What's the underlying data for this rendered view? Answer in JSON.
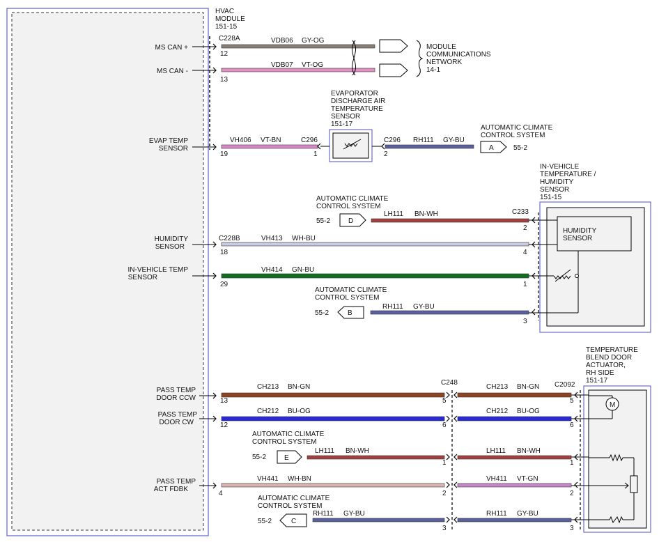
{
  "module": {
    "title": [
      "HVAC",
      "MODULE",
      "151-15"
    ]
  },
  "pins": {
    "ms_can_plus": "MS CAN +",
    "ms_can_minus": "MS CAN -",
    "evap_temp": [
      "EVAP TEMP",
      "SENSOR"
    ],
    "humidity": [
      "HUMIDITY",
      "SENSOR"
    ],
    "in_vehicle": [
      "IN-VEHICLE TEMP",
      "SENSOR"
    ],
    "pass_ccw": [
      "PASS TEMP",
      "DOOR CCW"
    ],
    "pass_cw": [
      "PASS TEMP",
      "DOOR CW"
    ],
    "pass_fdbk": [
      "PASS TEMP",
      "ACT FDBK"
    ]
  },
  "connectors": {
    "c228a": "C228A",
    "c228b": "C228B",
    "c296": "C296",
    "c233": "C233",
    "c248": "C248",
    "c2092": "C2092"
  },
  "pin_numbers": {
    "p12": "12",
    "p13": "13",
    "p19": "19",
    "p18": "18",
    "p29": "29",
    "p1": "1",
    "p2": "2",
    "p3": "3",
    "p4": "4",
    "p5": "5",
    "p6": "6"
  },
  "circuits": {
    "vdb06": "VDB06",
    "gy_og": "GY-OG",
    "vdb07": "VDB07",
    "vt_og": "VT-OG",
    "vh406": "VH406",
    "vt_bn": "VT-BN",
    "rh111": "RH111",
    "gy_bu": "GY-BU",
    "lh111": "LH111",
    "bn_wh": "BN-WH",
    "vh413": "VH413",
    "wh_bu": "WH-BU",
    "vh414": "VH414",
    "gn_bu": "GN-BU",
    "ch213": "CH213",
    "bn_gn": "BN-GN",
    "ch212": "CH212",
    "bu_og": "BU-OG",
    "vh441": "VH441",
    "wh_bn": "WH-BN",
    "vh411": "VH411",
    "vt_gn": "VT-GN"
  },
  "refs": {
    "module_comm": [
      "MODULE",
      "COMMUNICATIONS",
      "NETWORK",
      "14-1"
    ],
    "evap_sensor": [
      "EVAPORATOR",
      "DISCHARGE AIR",
      "TEMPERATURE",
      "SENSOR",
      "151-17"
    ],
    "acc_two": [
      "AUTOMATIC CLIMATE",
      "CONTROL SYSTEM"
    ],
    "page_55_2": "55-2",
    "in_vehicle_sensor": [
      "IN-VEHICLE",
      "TEMPERATURE /",
      "HUMIDITY",
      "SENSOR",
      "151-15"
    ],
    "humidity_box": [
      "HUMIDITY",
      "SENSOR"
    ],
    "blend_door": [
      "TEMPERATURE",
      "BLEND DOOR",
      "ACTUATOR,",
      "RH SIDE",
      "151-17"
    ],
    "motor": "M",
    "ref_a": "A",
    "ref_b": "B",
    "ref_c": "C",
    "ref_d": "D",
    "ref_e": "E"
  },
  "colors": {
    "gy_og": "#8a7f74",
    "vt_og": "#e58fc6",
    "vt_bn": "#d987c9",
    "gy_bu": "#5a5f9e",
    "bn_wh": "#a24040",
    "wh_bu": "#c9cbe0",
    "gn_bu": "#0f6e1f",
    "bn_gn": "#8b4424",
    "bu_og": "#2a2ad4",
    "wh_bn": "#d9b4ae",
    "vt_gn": "#c588c7",
    "frame": "#6b6bd6"
  }
}
